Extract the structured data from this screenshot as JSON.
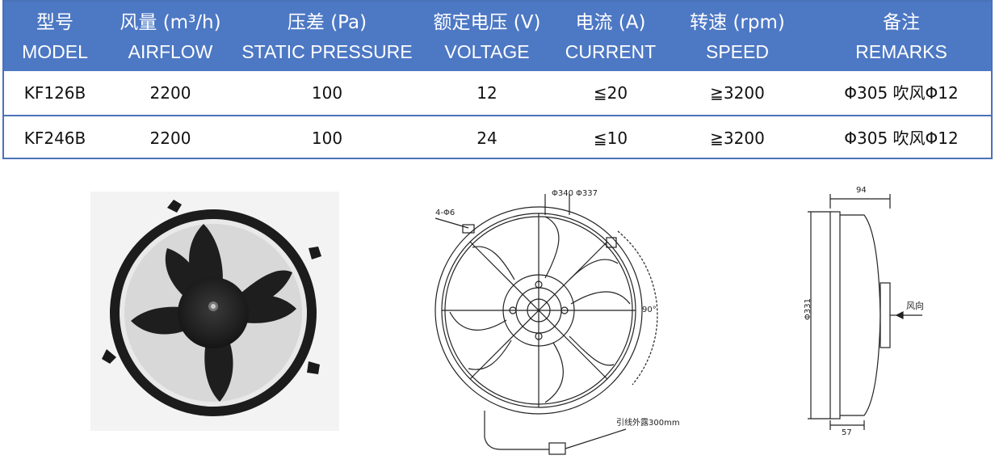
{
  "table": {
    "headers": [
      {
        "zh": "型号",
        "en": "MODEL"
      },
      {
        "zh": "风量 (m³/h)",
        "en_main": "AIRFLOW"
      },
      {
        "zh": "压差 (Pa)",
        "en": "STATIC PRESSURE"
      },
      {
        "zh": "额定电压 (V)",
        "en": "VOLTAGE"
      },
      {
        "zh": "电流 (A)",
        "en": "CURRENT"
      },
      {
        "zh": "转速 (rpm)",
        "en": "SPEED"
      },
      {
        "zh": "备注",
        "en": "REMARKS"
      }
    ],
    "rows": [
      {
        "model": "KF126B",
        "airflow": "2200",
        "pressure": "100",
        "voltage": "12",
        "current": "≦20",
        "speed": "≧3200",
        "remarks": "Φ305 吹风Φ12"
      },
      {
        "model": "KF246B",
        "airflow": "2200",
        "pressure": "100",
        "voltage": "24",
        "current": "≦10",
        "speed": "≧3200",
        "remarks": "Φ305 吹风Φ12"
      }
    ]
  },
  "drawing_front": {
    "hole_label": "4-Φ6",
    "dia_outer": "Φ340",
    "dia_inner": "Φ337",
    "angle": "90°",
    "lead_label": "引线外露300mm"
  },
  "drawing_side": {
    "depth_top": "94",
    "depth_bottom": "57",
    "diameter": "Φ331",
    "wind_label": "风向"
  },
  "colors": {
    "header_bg": "#4d78c4",
    "border": "#4a72b8"
  }
}
